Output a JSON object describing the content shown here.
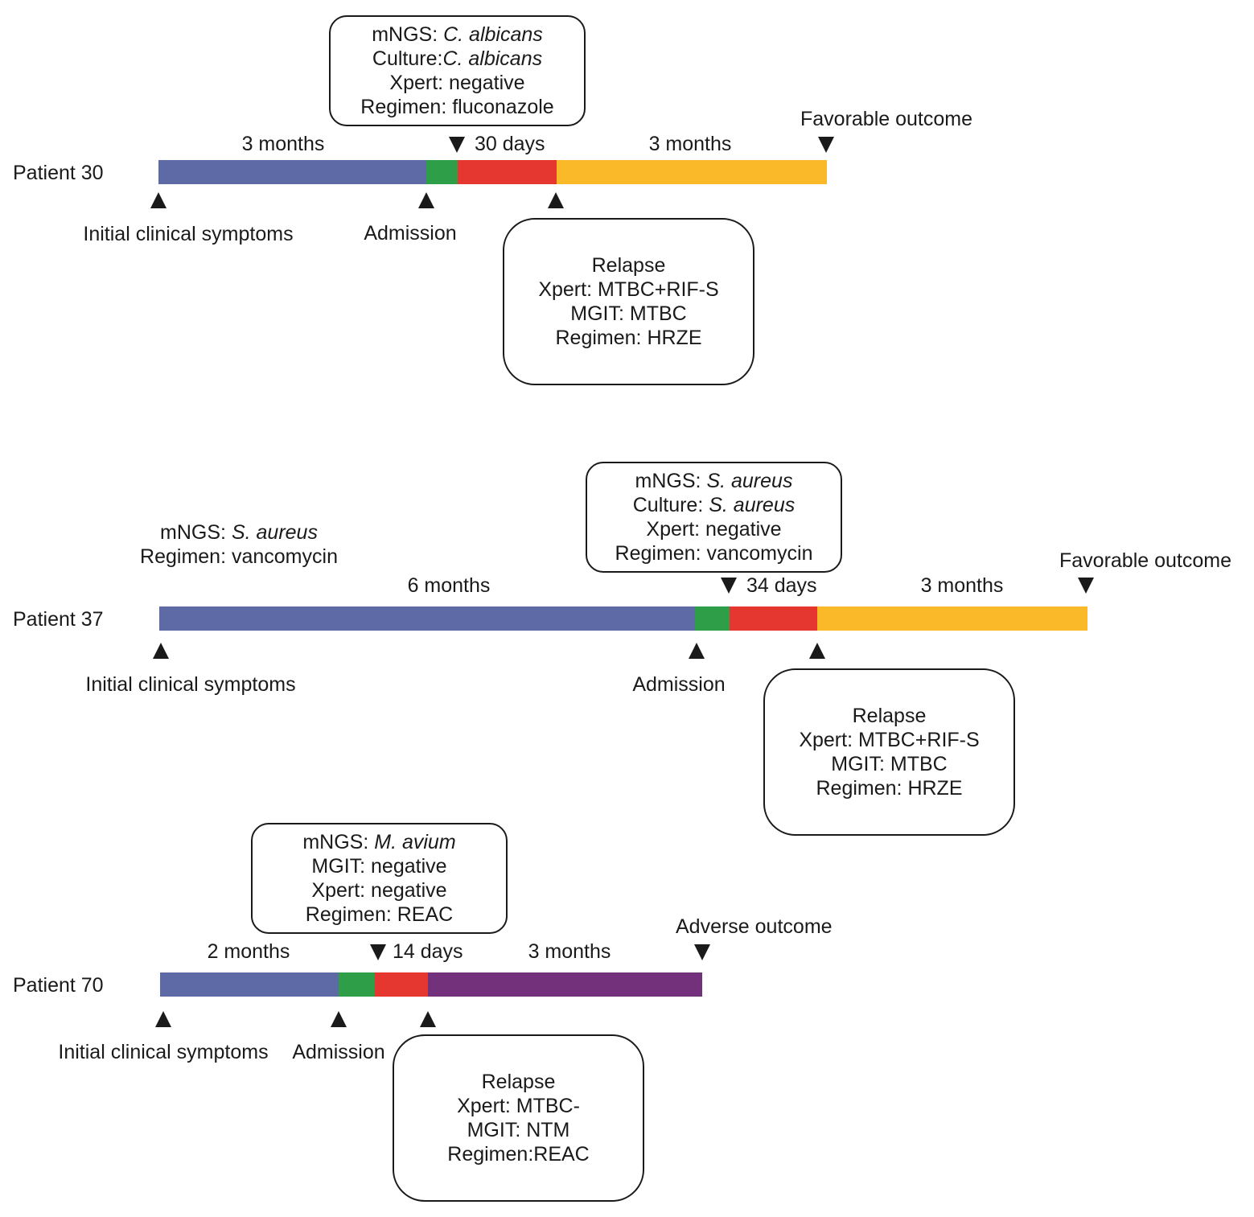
{
  "colors": {
    "pre_admission": "#5e6aa5",
    "admission": "#2e9e48",
    "treatment": "#e53630",
    "favorable_followup": "#f9b928",
    "adverse_followup": "#73317b"
  },
  "p30": {
    "name": "Patient 30",
    "dur1": "3 months",
    "dur2": "30 days",
    "dur3": "3 months",
    "outcome": "Favorable outcome",
    "ev_symptoms": "Initial clinical symptoms",
    "ev_admission": "Admission",
    "box1": {
      "k1": "mNGS:",
      "v1": "C. albicans",
      "k2": "Culture:",
      "v2": "C. albicans",
      "l3": "Xpert: negative",
      "l4": "Regimen: fluconazole"
    },
    "box2": {
      "l1": "Relapse",
      "l2": "Xpert: MTBC+RIF-S",
      "l3": "MGIT: MTBC",
      "l4": "Regimen: HRZE"
    }
  },
  "p37": {
    "name": "Patient 37",
    "dur1": "6 months",
    "dur2": "34 days",
    "dur3": "3 months",
    "outcome": "Favorable outcome",
    "ev_symptoms": "Initial clinical symptoms",
    "ev_admission": "Admission",
    "pre": {
      "k1": "mNGS:",
      "v1": "S. aureus",
      "l2": "Regimen: vancomycin"
    },
    "box1": {
      "k1": "mNGS:",
      "v1": "S. aureus",
      "k2": "Culture:",
      "v2": "S. aureus",
      "l3": "Xpert: negative",
      "l4": "Regimen: vancomycin"
    },
    "box2": {
      "l1": "Relapse",
      "l2": "Xpert: MTBC+RIF-S",
      "l3": "MGIT: MTBC",
      "l4": "Regimen: HRZE"
    }
  },
  "p70": {
    "name": "Patient 70",
    "dur1": "2 months",
    "dur2": "14 days",
    "dur3": "3 months",
    "outcome": "Adverse outcome",
    "ev_symptoms": "Initial clinical symptoms",
    "ev_admission": "Admission",
    "box1": {
      "k1": "mNGS:",
      "v1": "M. avium",
      "l2": "MGIT: negative",
      "l3": "Xpert: negative",
      "l4": "Regimen: REAC"
    },
    "box2": {
      "l1": "Relapse",
      "l2": "Xpert: MTBC-",
      "l3": "MGIT: NTM",
      "l4": "Regimen:REAC"
    }
  }
}
